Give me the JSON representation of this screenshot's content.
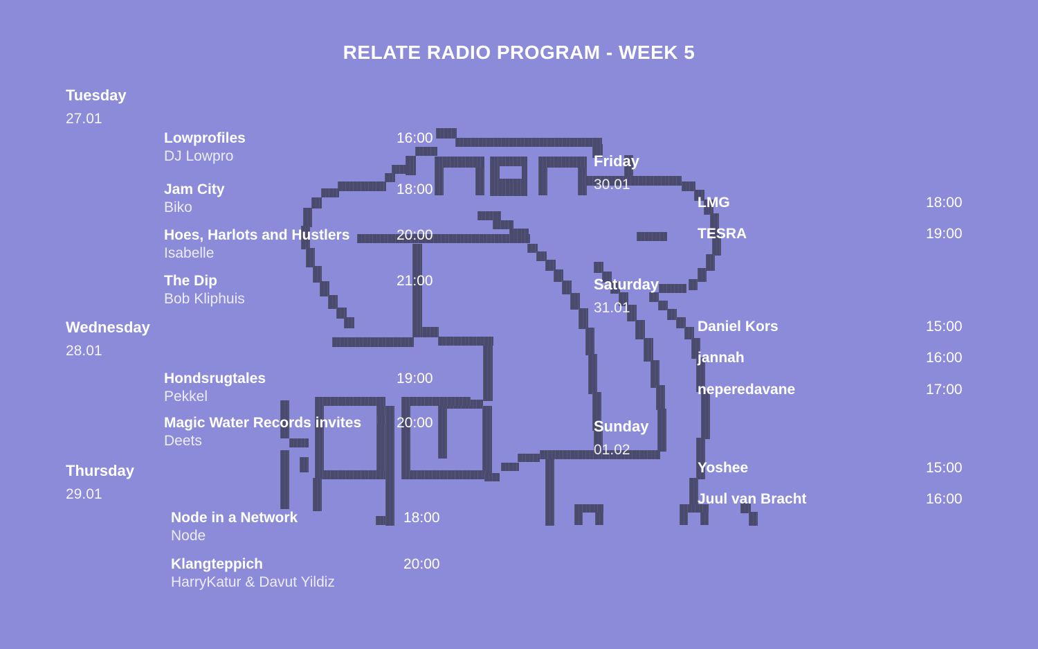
{
  "page": {
    "title": "RELATE RADIO PROGRAM - WEEK 5"
  },
  "colors": {
    "background": "#8b8bd9",
    "art": "#4a4a6e",
    "text": "#ffffff"
  },
  "background_art": {
    "name": "pixel-art-figure",
    "description": "dark pixel-art boombox creature illustration"
  },
  "schedule": [
    {
      "day": "Tuesday",
      "date": "27.01",
      "column": "left",
      "shows": [
        {
          "title": "Lowprofiles",
          "artist": "DJ Lowpro",
          "time": "16:00"
        },
        {
          "title": "Jam City",
          "artist": "Biko",
          "time": "18:00"
        },
        {
          "title": "Hoes, Harlots and Hustlers",
          "artist": "Isabelle",
          "time": "20:00"
        },
        {
          "title": "The Dip",
          "artist": "Bob Kliphuis",
          "time": "21:00"
        }
      ]
    },
    {
      "day": "Wednesday",
      "date": "28.01",
      "column": "left",
      "shows": [
        {
          "title": "Hondsrugtales",
          "artist": "Pekkel",
          "time": "19:00"
        },
        {
          "title": "Magic Water Records invites",
          "artist": "Deets",
          "time": "20:00"
        }
      ]
    },
    {
      "day": "Thursday",
      "date": "29.01",
      "column": "left",
      "shows": [
        {
          "title": "Node in a Network",
          "artist": "Node",
          "time": "18:00"
        },
        {
          "title": "Klangteppich",
          "artist": "HarryKatur & Davut Yildiz",
          "time": "20:00"
        }
      ]
    },
    {
      "day": "Friday",
      "date": "30.01",
      "column": "right",
      "shows": [
        {
          "title": "LMG",
          "artist": "",
          "time": "18:00"
        },
        {
          "title": "TESRA",
          "artist": "",
          "time": "19:00"
        }
      ]
    },
    {
      "day": "Saturday",
      "date": "31.01",
      "column": "right",
      "shows": [
        {
          "title": "Daniel Kors",
          "artist": "",
          "time": "15:00"
        },
        {
          "title": "jannah",
          "artist": "",
          "time": "16:00"
        },
        {
          "title": "neperedavane",
          "artist": "",
          "time": "17:00"
        }
      ]
    },
    {
      "day": "Sunday",
      "date": "01.02",
      "column": "right",
      "shows": [
        {
          "title": "Yoshee",
          "artist": "",
          "time": "15:00"
        },
        {
          "title": "Juul van Bracht",
          "artist": "",
          "time": "16:00"
        }
      ]
    }
  ]
}
